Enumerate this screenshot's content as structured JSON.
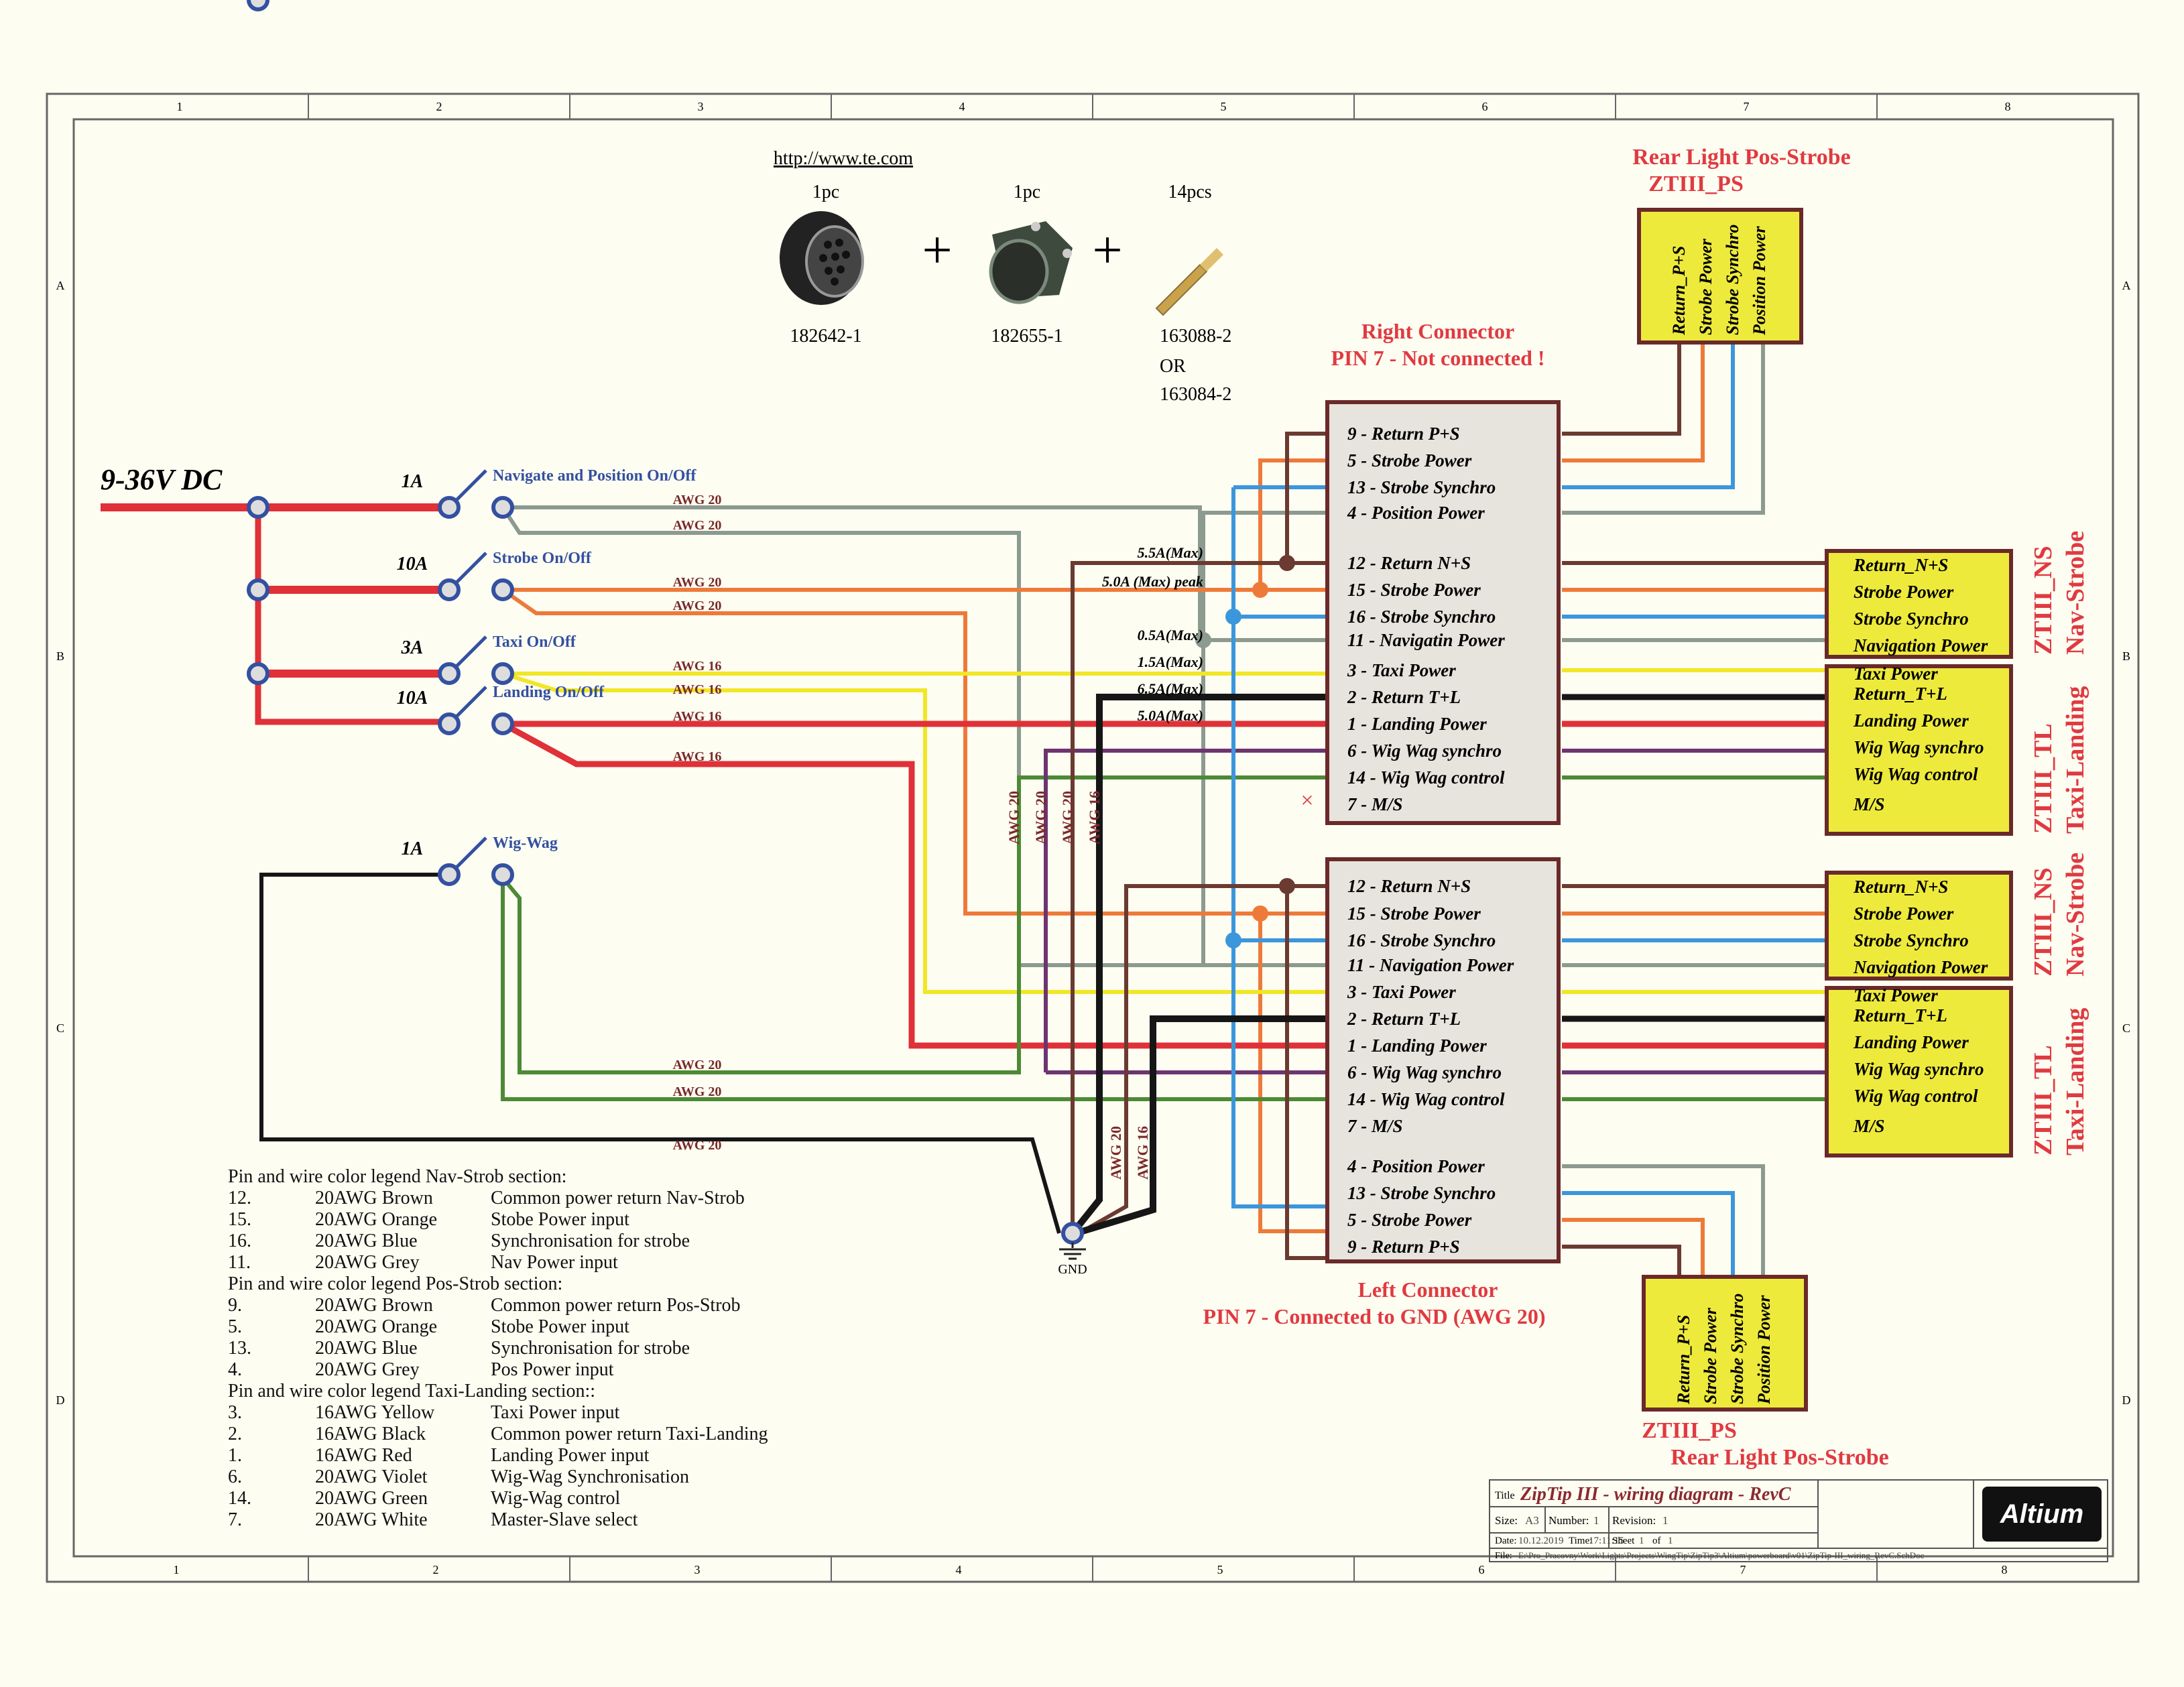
{
  "sheet": {
    "columns": [
      "1",
      "2",
      "3",
      "4",
      "5",
      "6",
      "7",
      "8"
    ],
    "rows": [
      "A",
      "B",
      "C",
      "D"
    ]
  },
  "parts": {
    "url": "http://www.te.com",
    "items": [
      {
        "qty": "1pc",
        "number": "182642-1",
        "icon": "circular-connector-plug-icon"
      },
      {
        "qty": "1pc",
        "number": "182655-1",
        "icon": "connector-backshell-icon"
      },
      {
        "qty": "14pcs",
        "number": "163088-2",
        "or": "OR",
        "alt": "163084-2",
        "icon": "crimp-contact-pin-icon"
      }
    ],
    "plus": "+"
  },
  "supply": {
    "label": "9-36V DC"
  },
  "switches": [
    {
      "fuse": "1A",
      "label": "Navigate and Position On/Off",
      "awg": [
        "AWG 20",
        "AWG 20"
      ]
    },
    {
      "fuse": "10A",
      "label": "Strobe On/Off",
      "awg": [
        "AWG 20",
        "AWG 20"
      ]
    },
    {
      "fuse": "3A",
      "label": "Taxi On/Off",
      "awg": [
        "AWG 16",
        "AWG 16"
      ]
    },
    {
      "fuse": "10A",
      "label": "Landing On/Off",
      "awg": [
        "AWG 16",
        "AWG 16"
      ]
    },
    {
      "fuse": "1A",
      "label": "Wig-Wag",
      "awg": [
        "AWG 20",
        "AWG 20",
        "AWG 20"
      ]
    }
  ],
  "currents": [
    "5.5A(Max)",
    "5.0A (Max) peak",
    "0.5A(Max)",
    "1.5A(Max)",
    "6.5A(Max)",
    "5.0A(Max)"
  ],
  "vertical_awg": [
    "AWG 20",
    "AWG 20",
    "AWG 20",
    "AWG 16",
    "AWG 20",
    "AWG 16"
  ],
  "gnd": "GND",
  "right_connector": {
    "title": "Right Connector",
    "note": "PIN 7 - Not connected !",
    "pins_top": [
      "9 - Return P+S",
      "5 - Strobe Power",
      "13 - Strobe Synchro",
      "4 - Position Power"
    ],
    "pins_main": [
      "12 - Return N+S",
      "15 - Strobe Power",
      "16 - Strobe Synchro",
      "11 - Navigatin Power",
      "3 - Taxi Power",
      "2 - Return T+L",
      "1 - Landing Power",
      "6 - Wig Wag synchro",
      "14 - Wig Wag control",
      "7 - M/S"
    ],
    "nc_mark": "×"
  },
  "left_connector": {
    "title": "Left Connector",
    "note": "PIN 7 - Connected to GND (AWG 20)",
    "pins_main": [
      "12 - Return N+S",
      "15 - Strobe Power",
      "16 - Strobe Synchro",
      "11 - Navigation Power",
      "3 - Taxi Power",
      "2 - Return T+L",
      "1 - Landing Power",
      "6 - Wig Wag synchro",
      "14 - Wig Wag control",
      "7 - M/S"
    ],
    "pins_bottom": [
      "4 - Position Power",
      "13 - Strobe Synchro",
      "5 - Strobe Power",
      "9 - Return P+S"
    ]
  },
  "ps_top": {
    "title1": "Rear Light Pos-Strobe",
    "title2": "ZTIII_PS",
    "pins": [
      "Return_P+S",
      "Strobe Power",
      "Strobe Synchro",
      "Position Power"
    ]
  },
  "ps_bottom": {
    "title1": "ZTIII_PS",
    "title2": "Rear Light Pos-Strobe",
    "pins": [
      "Return_P+S",
      "Strobe Power",
      "Strobe Synchro",
      "Position Power"
    ]
  },
  "ns_modules": {
    "name": "ZTIII_NS",
    "subtitle": "Nav-Strobe",
    "pins": [
      "Return_N+S",
      "Strobe Power",
      "Strobe Synchro",
      "Navigation Power"
    ]
  },
  "tl_modules": {
    "name": "ZTIII_TL",
    "subtitle": "Taxi-Landing",
    "pins": [
      "Taxi Power",
      "Return_T+L",
      "Landing Power",
      "Wig Wag synchro",
      "Wig Wag control",
      "M/S"
    ]
  },
  "legend": {
    "sections": [
      {
        "heading": "Pin and wire color legend Nav-Strob section:",
        "rows": [
          [
            "12.",
            "20AWG Brown",
            "Common power return Nav-Strob"
          ],
          [
            "15.",
            "20AWG Orange",
            "Stobe Power input"
          ],
          [
            "16.",
            "20AWG Blue",
            "Synchronisation for strobe"
          ],
          [
            "11.",
            "20AWG Grey",
            "Nav Power input"
          ]
        ]
      },
      {
        "heading": "Pin and wire color legend Pos-Strob section:",
        "rows": [
          [
            "9.",
            "20AWG Brown",
            "Common power return Pos-Strob"
          ],
          [
            "5.",
            "20AWG Orange",
            "Stobe Power input"
          ],
          [
            "13.",
            "20AWG Blue",
            "Synchronisation for strobe"
          ],
          [
            "4.",
            "20AWG Grey",
            "Pos Power input"
          ]
        ]
      },
      {
        "heading": "Pin and wire color legend Taxi-Landing section::",
        "rows": [
          [
            "3.",
            "16AWG Yellow",
            "Taxi Power input"
          ],
          [
            "2.",
            "16AWG Black",
            "Common power return Taxi-Landing"
          ],
          [
            "1.",
            "16AWG Red",
            "Landing Power input"
          ],
          [
            "6.",
            "20AWG Violet",
            "Wig-Wag Synchronisation"
          ],
          [
            "14.",
            "20AWG Green",
            "Wig-Wag control"
          ],
          [
            "7.",
            "20AWG White",
            "Master-Slave select"
          ]
        ]
      }
    ]
  },
  "title_block": {
    "title_label": "Title",
    "title": "ZipTip III - wiring diagram - RevC",
    "size_label": "Size:",
    "size": "A3",
    "number_label": "Number:",
    "number": "1",
    "revision_label": "Revision:",
    "revision": "1",
    "date_label": "Date:",
    "date": "10.12.2019",
    "time_label": "Time:",
    "time": "17:11:15",
    "sheet_label": "Sheet",
    "sheet": "1",
    "of_label": "of",
    "of": "1",
    "file_label": "File:",
    "file": "E:\\Pro_Pracovny\\Work\\Lights\\Projects\\WingTip\\ZipTip3\\Altium\\powerboard\\v01\\ZipTip-III_wiring_RevC.SchDoc",
    "logo": "Altium"
  },
  "colors": {
    "red": "#e03038",
    "brown": "#6b3a30",
    "orange": "#ee7a3a",
    "blue": "#3c96dc",
    "grey": "#8c9a90",
    "yellow": "#f2e626",
    "black": "#161616",
    "violet": "#6e3470",
    "green": "#4c8a34",
    "switch_blue": "#3450a0",
    "title_red": "#e03a40",
    "module_yellow": "#eeea3c",
    "module_border": "#6a2a2a",
    "connector_fill": "#e6e4dc"
  }
}
